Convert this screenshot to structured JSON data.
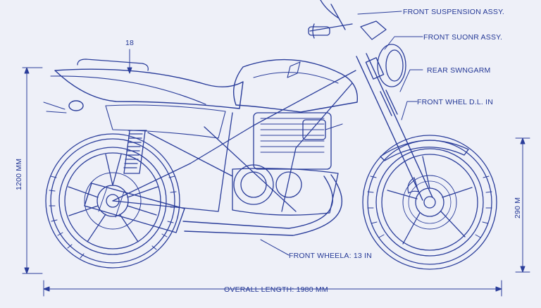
{
  "drawing": {
    "palette": {
      "ink": "#2a3d9a",
      "paper": "#eef0f8"
    },
    "callouts": {
      "front_suspension": "FRONT SUSPENSION ASSY.",
      "front_sonr": "FRONT SUONR ASSY.",
      "rear_swingarm": "REAR SWNGARM",
      "front_wheel_dia": "FRONT WHEL D.L. IN",
      "front_wheela": "FRONT WHEELA: 13 IN"
    },
    "dimensions": {
      "top_marker": "18",
      "height_left": "1200 MM",
      "height_right": "290 M",
      "overall_length": "OVERALL LENGTH: 1980 MM"
    }
  }
}
